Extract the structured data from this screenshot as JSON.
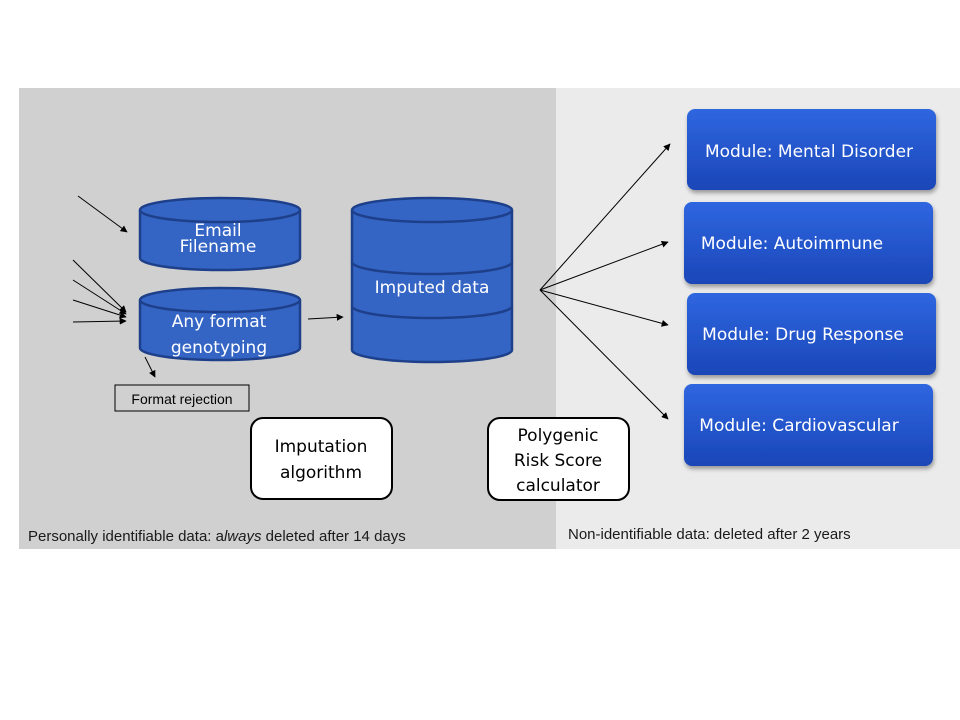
{
  "regions": {
    "identifiable": {
      "caption_prefix": "Personally identifiable data: a",
      "caption_italic": "lways",
      "caption_suffix": " deleted after 14 days"
    },
    "non_identifiable": {
      "caption": "Non-identifiable data: deleted after 2 years"
    }
  },
  "databases": {
    "email": {
      "line1": "Email",
      "line2": "Filename"
    },
    "genotype": {
      "line1": "Any format",
      "line2": "genotyping"
    },
    "imputed": {
      "label": "Imputed data"
    }
  },
  "boxes": {
    "format_rejection": "Format rejection",
    "imputation": {
      "line1": "Imputation",
      "line2": "algorithm"
    },
    "prs": {
      "line1": "Polygenic",
      "line2": "Risk Score",
      "line3": "calculator"
    }
  },
  "modules": [
    {
      "label": "Module: Mental Disorder"
    },
    {
      "label": "Module: Autoimmune"
    },
    {
      "label": "Module: Drug Response"
    },
    {
      "label": "Module: Cardiovascular"
    }
  ],
  "colors": {
    "identifiable_bg": "#d0d0d0",
    "non_identifiable_bg": "#ebebeb",
    "db_fill": "#3465c5",
    "db_stroke": "#1e3f8a",
    "module_fill": "#2457d1"
  }
}
